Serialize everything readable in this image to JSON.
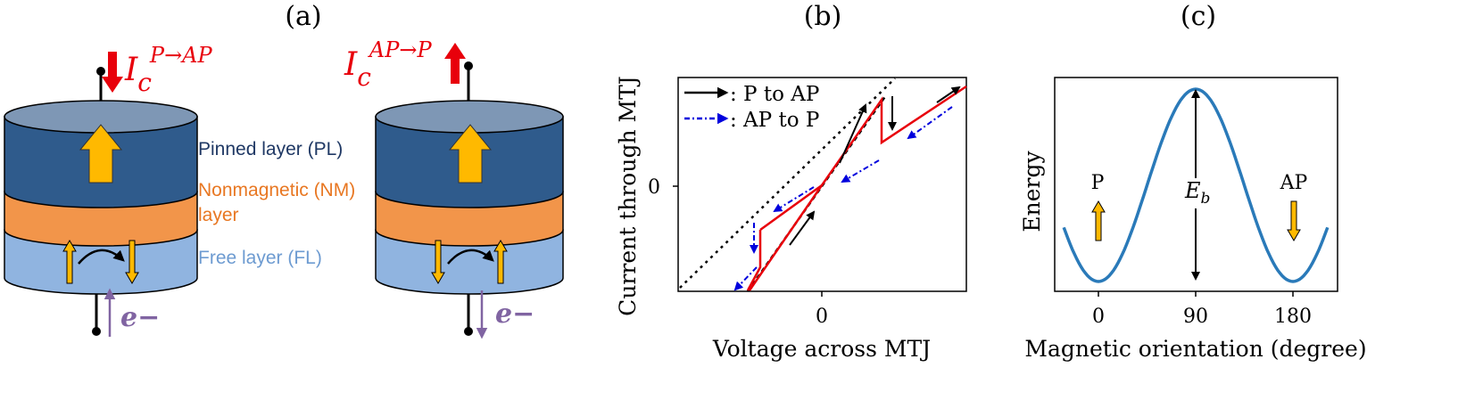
{
  "panel_a": {
    "label": "(a)",
    "current_left_main": "I",
    "current_left_sub": "c",
    "current_left_sup": "P→AP",
    "current_right_main": "I",
    "current_right_sub": "c",
    "current_right_sup": "AP→P",
    "layer_pinned": "Pinned layer (PL)",
    "layer_nm_1": "Nonmagnetic (NM)",
    "layer_nm_2": "layer",
    "layer_free": "Free layer (FL)",
    "electron_left": "e−",
    "electron_right": "e−",
    "colors": {
      "pinned": "#2f5b8c",
      "nonmagnetic": "#f2954a",
      "free": "#90b4e0",
      "magnet_arrow": "#ffb900",
      "current_arrow": "#e8000b",
      "electron": "#8064a2"
    }
  },
  "panel_b": {
    "label": "(b)",
    "xlabel": "Voltage across MTJ",
    "ylabel": "Current through MTJ",
    "xtick": "0",
    "ytick": "0",
    "legend_1": ": P to AP",
    "legend_2": ": AP to P"
  },
  "panel_c": {
    "label": "(c)",
    "xlabel": "Magnetic orientation (degree)",
    "ylabel": "Energy",
    "xticks": [
      "0",
      "90",
      "180"
    ],
    "label_p": "P",
    "label_ap": "AP",
    "label_eb_main": "E",
    "label_eb_sub": "b",
    "curve_color": "#2a7ab9"
  }
}
